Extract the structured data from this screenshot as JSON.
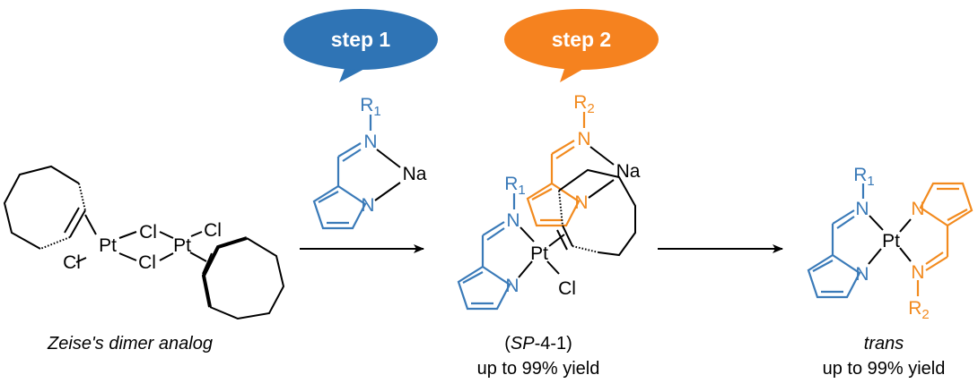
{
  "colors": {
    "step1": "#2f74b5",
    "step2": "#f5821f",
    "ligand1": "#3a7ab8",
    "ligand2": "#f28a1e"
  },
  "steps": [
    {
      "label": "step 1"
    },
    {
      "label": "step 2"
    }
  ],
  "atoms": {
    "Pt": "Pt",
    "Cl": "Cl",
    "N": "N",
    "Na": "Na",
    "R": "R",
    "sub1": "1",
    "sub2": "2"
  },
  "captions": {
    "start": "Zeise's dimer analog",
    "intermediate_open": "(",
    "intermediate_italic": "SP",
    "intermediate_rest": "-4-1)",
    "intermediate_yield": "up to 99% yield",
    "product": "trans",
    "product_yield": "up to 99% yield"
  }
}
